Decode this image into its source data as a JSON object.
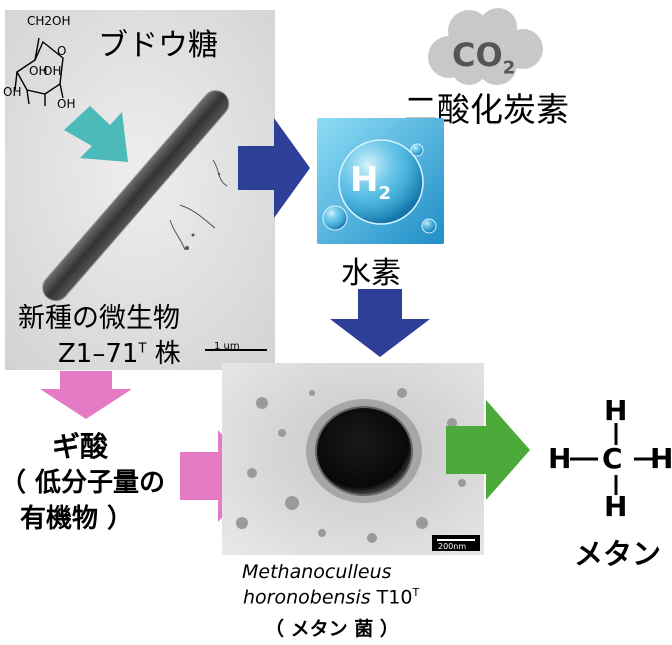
{
  "glucose": {
    "label": "ブドウ糖",
    "structure_labels": {
      "ch2oh": "CH2OH",
      "o": "O",
      "oh": "OH"
    }
  },
  "bacterium": {
    "name_line1": "新種の微生物",
    "strain": "Z1–71",
    "strain_sup": "T",
    "strain_suffix": " 株",
    "scale_bar": "1 um"
  },
  "co2": {
    "formula_main": "CO",
    "formula_sub": "2",
    "label": "二酸化炭素"
  },
  "hydrogen": {
    "formula_main": "H",
    "formula_sub": "2",
    "label": "水素"
  },
  "formate": {
    "line1": "ギ酸",
    "line2": "（ 低分子量の",
    "line3": "有機物 ）"
  },
  "methanogen": {
    "species_italic1": "Methanoculleus",
    "species_italic2": "horonobensis",
    "strain": " T10",
    "strain_sup": "T",
    "common_name": "（ メタン 菌 ）",
    "scale_bar": "200nm"
  },
  "methane": {
    "atoms": {
      "h": "H",
      "c": "C"
    },
    "label": "メタン"
  },
  "colors": {
    "teal_arrow": "#4bbab8",
    "blue_arrow": "#2e3f98",
    "pink_arrow": "#e57bc4",
    "green_arrow": "#4caa3a",
    "cloud": "#c8c8c8"
  }
}
